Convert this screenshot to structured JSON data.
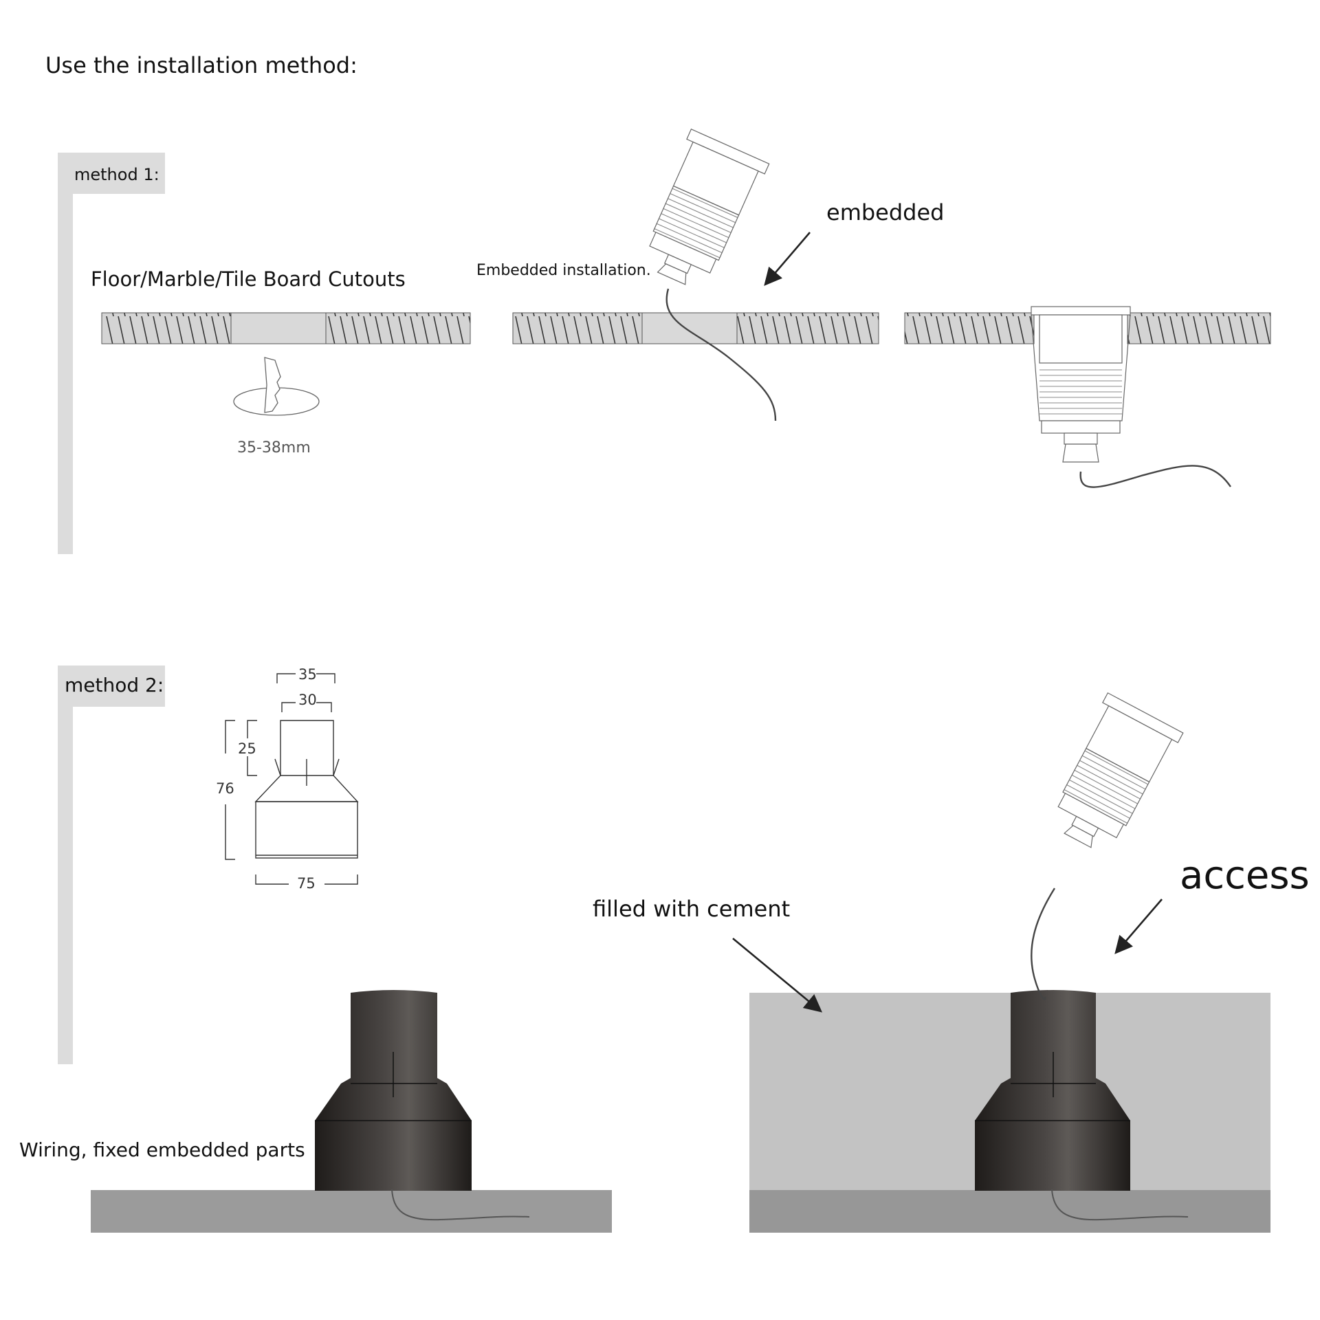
{
  "page": {
    "heading": "Use the installation method:"
  },
  "method1": {
    "label": "method 1:",
    "cutout_caption": "Floor/Marble/Tile Board Cutouts",
    "hole_size": "35-38mm",
    "embedded_caption": "Embedded installation.",
    "embedded_arrow_label": "embedded"
  },
  "method2": {
    "label": "method 2:",
    "dimensions": {
      "top_outer": "35",
      "top_inner": "30",
      "neck_height": "25",
      "total_height": "76",
      "base_width": "75"
    },
    "wiring_caption": "Wiring, fixed embedded parts",
    "cement_caption": "filled with cement",
    "access_label": "access"
  },
  "colors": {
    "panel_bar": "#dcdcdc",
    "tile_hatch": "#d3d3d3",
    "cement": "#c3c3c3",
    "ground": "#9b9b9b",
    "sleeve_dark": "#2a2624"
  }
}
